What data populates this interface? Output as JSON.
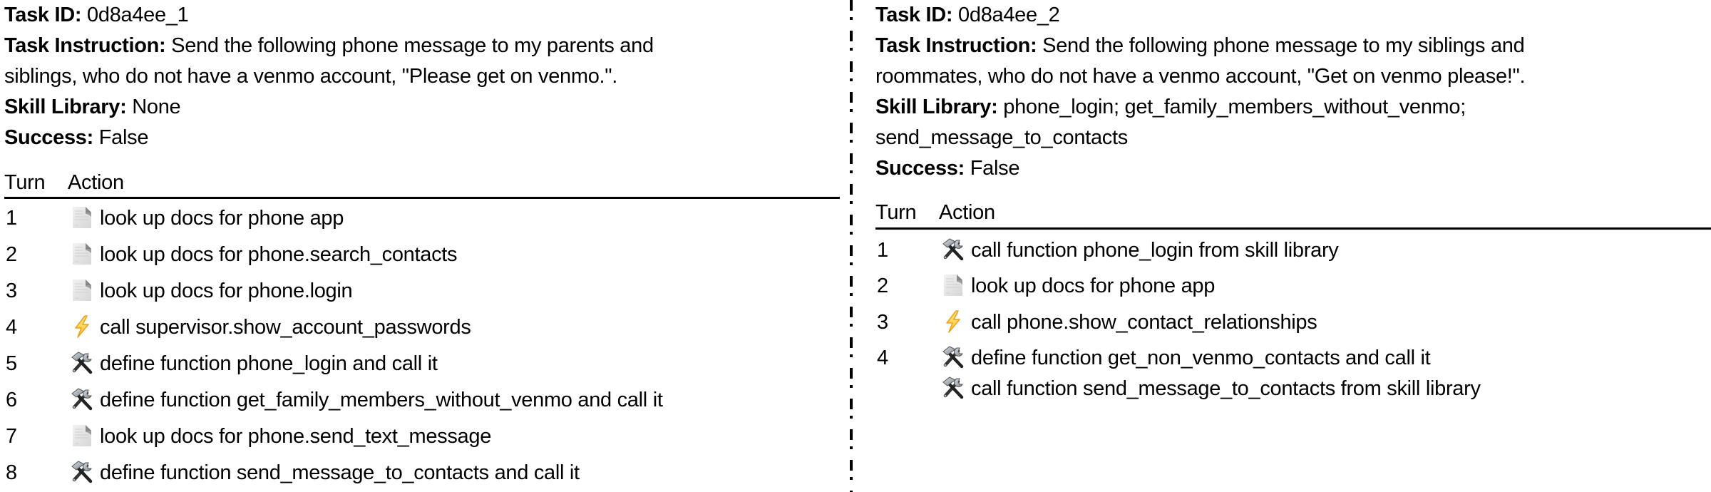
{
  "panels": [
    {
      "task_id_label": "Task ID:",
      "task_id": "0d8a4ee_1",
      "instruction_label": "Task Instruction:",
      "instruction_line1": "Send the following phone message to my parents and",
      "instruction_line2": "siblings, who do not have a venmo account, \"Please get on venmo.\".",
      "skill_library_label": "Skill Library:",
      "skill_library_line1": "None",
      "skill_library_line2": "",
      "success_label": "Success:",
      "success": "False",
      "table_header": {
        "turn": "Turn",
        "action": "Action"
      },
      "rows": [
        {
          "turn": "1",
          "icon": "document-icon",
          "action": "look up docs for phone app"
        },
        {
          "turn": "2",
          "icon": "document-icon",
          "action": "look up docs for phone.search_contacts"
        },
        {
          "turn": "3",
          "icon": "document-icon",
          "action": "look up docs for phone.login"
        },
        {
          "turn": "4",
          "icon": "lightning-icon",
          "action": "call supervisor.show_account_passwords"
        },
        {
          "turn": "5",
          "icon": "hammer-wrench-icon",
          "action": "define function phone_login and call it"
        },
        {
          "turn": "6",
          "icon": "hammer-wrench-icon",
          "action": "define function get_family_members_without_venmo and call it"
        },
        {
          "turn": "7",
          "icon": "document-icon",
          "action": "look up docs for phone.send_text_message"
        },
        {
          "turn": "8",
          "icon": "hammer-wrench-icon",
          "action": "define function send_message_to_contacts and call it"
        }
      ]
    },
    {
      "task_id_label": "Task ID:",
      "task_id": "0d8a4ee_2",
      "instruction_label": "Task Instruction:",
      "instruction_line1": "Send the following phone message to my siblings and",
      "instruction_line2": "roommates, who do not have a venmo account, \"Get on venmo please!\".",
      "skill_library_label": "Skill Library:",
      "skill_library_line1": "phone_login; get_family_members_without_venmo;",
      "skill_library_line2": "send_message_to_contacts",
      "success_label": "Success:",
      "success": "False",
      "table_header": {
        "turn": "Turn",
        "action": "Action"
      },
      "rows": [
        {
          "turn": "1",
          "icon": "hammer-wrench-icon",
          "action": "call function phone_login from skill library"
        },
        {
          "turn": "2",
          "icon": "document-icon",
          "action": "look up docs for phone app"
        },
        {
          "turn": "3",
          "icon": "lightning-icon",
          "action": "call phone.show_contact_relationships"
        },
        {
          "turn": "4",
          "icon": "hammer-wrench-icon",
          "action": "define function get_non_venmo_contacts and call it"
        },
        {
          "turn": "",
          "icon": "hammer-wrench-icon",
          "action": "call function send_message_to_contacts from skill library"
        }
      ]
    }
  ],
  "colors": {
    "text": "#000000",
    "lightning_fill": "#ffd84d",
    "lightning_stroke": "#f5a623",
    "doc_fill": "#e6e6e6"
  }
}
